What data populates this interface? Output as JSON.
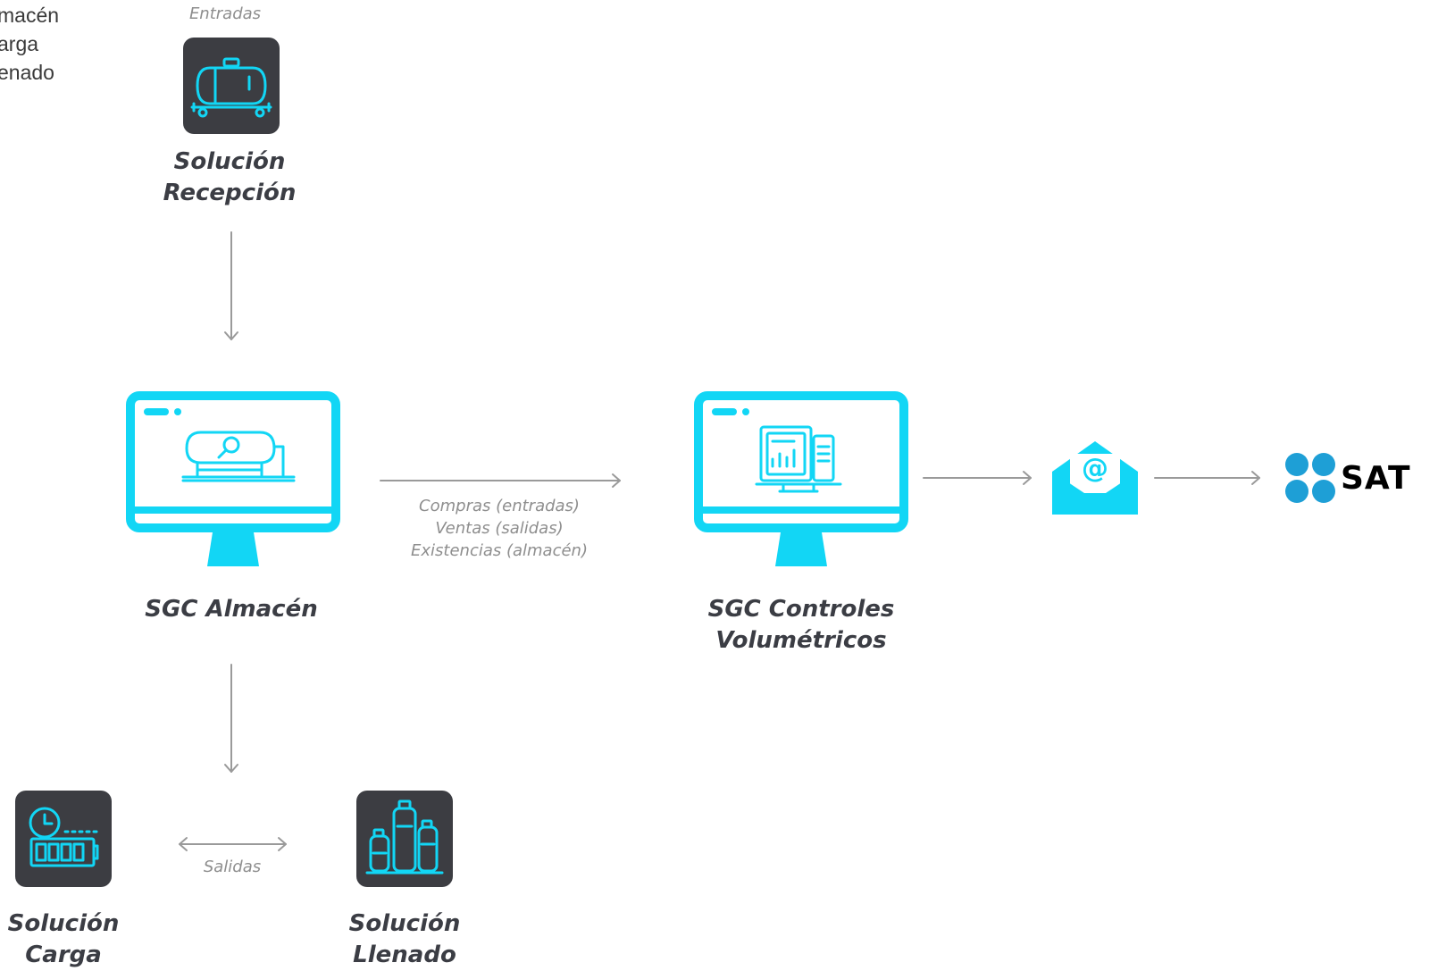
{
  "legend": {
    "lines": [
      "macén",
      "arga",
      "enado"
    ]
  },
  "reception": {
    "input_label": "Entradas",
    "name_line1": "Solución",
    "name_line2": "Recepción",
    "icon": "tanker-truck-icon"
  },
  "almacen": {
    "name": "SGC Almacén",
    "icon": "storage-tank-monitor-icon"
  },
  "flow_note": {
    "line1": "Compras  (entradas)",
    "line2": "Ventas (salidas)",
    "line3": "Existencias (almacén)"
  },
  "controles": {
    "name_line1": "SGC Controles",
    "name_line2": "Volumétricos",
    "icon": "report-dashboard-monitor-icon"
  },
  "email": {
    "icon": "email-envelope-icon",
    "symbol": "@"
  },
  "sat": {
    "label": "SAT",
    "icon": "sat-logo-dots-icon"
  },
  "outputs_label": "Salidas",
  "carga": {
    "name_line1": "Solución",
    "name_line2": "Carga",
    "icon": "clock-battery-icon"
  },
  "llenado": {
    "name_line1": "Solución",
    "name_line2": "Llenado",
    "icon": "gas-cylinders-icon"
  },
  "colors": {
    "accent": "#12d6f5",
    "tile": "#3c3d42",
    "arrow": "#9a9a9a",
    "text_dark": "#3b3d44",
    "text_muted": "#8e8e8e",
    "sat_blue": "#1e9fd6"
  }
}
